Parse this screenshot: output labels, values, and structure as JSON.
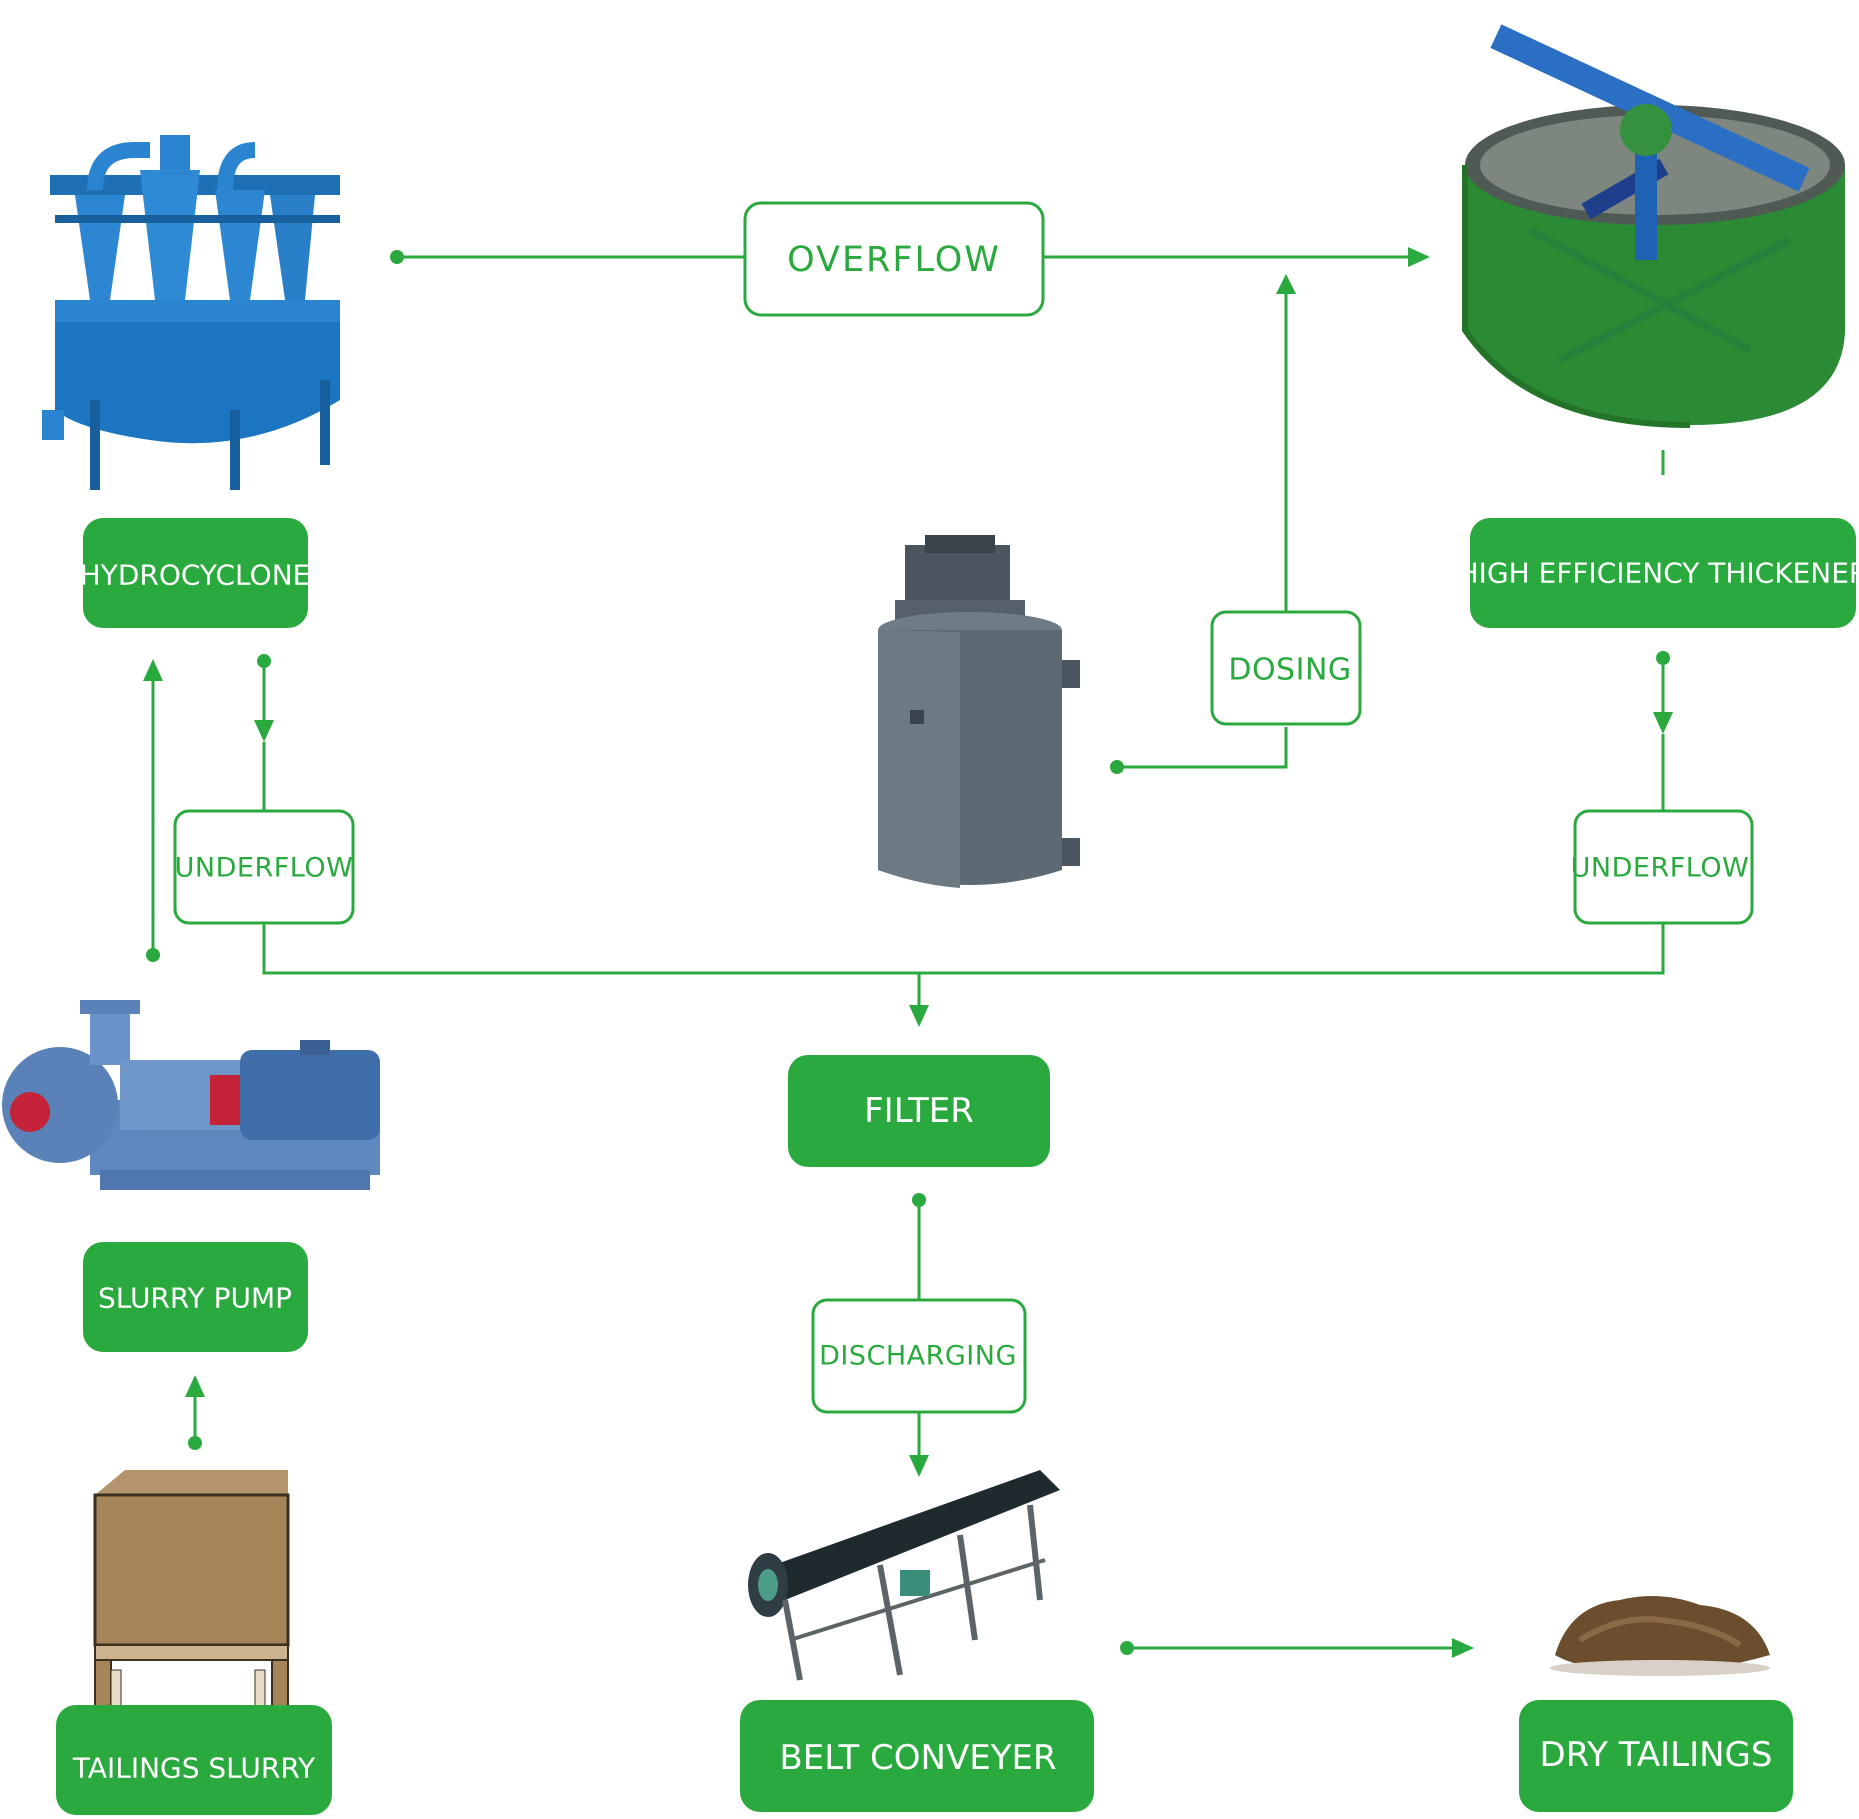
{
  "colors": {
    "accent": "#2aaa3e",
    "background": "#ffffff"
  },
  "equipment": {
    "hydrocyclone": {
      "label": "HYDROCYCLONE",
      "icon": "hydrocyclone-icon"
    },
    "thickener": {
      "label": "HIGH EFFICIENCY THICKENER",
      "icon": "thickener-icon"
    },
    "dosing_tank": {
      "icon": "dosing-tank-icon"
    },
    "slurry_pump": {
      "label": "SLURRY PUMP",
      "icon": "slurry-pump-icon"
    },
    "tailings_slurry": {
      "label": "TAILINGS SLURRY",
      "icon": "tailings-box-icon"
    },
    "filter": {
      "label": "FILTER"
    },
    "belt_conveyer": {
      "label": "BELT CONVEYER",
      "icon": "belt-conveyer-icon"
    },
    "dry_tailings": {
      "label": "DRY TAILINGS",
      "icon": "dry-tailings-icon"
    }
  },
  "flows": {
    "overflow": "OVERFLOW",
    "dosing": "DOSING",
    "underflow_left": "UNDERFLOW",
    "underflow_right": "UNDERFLOW",
    "discharging": "DISCHARGING"
  }
}
